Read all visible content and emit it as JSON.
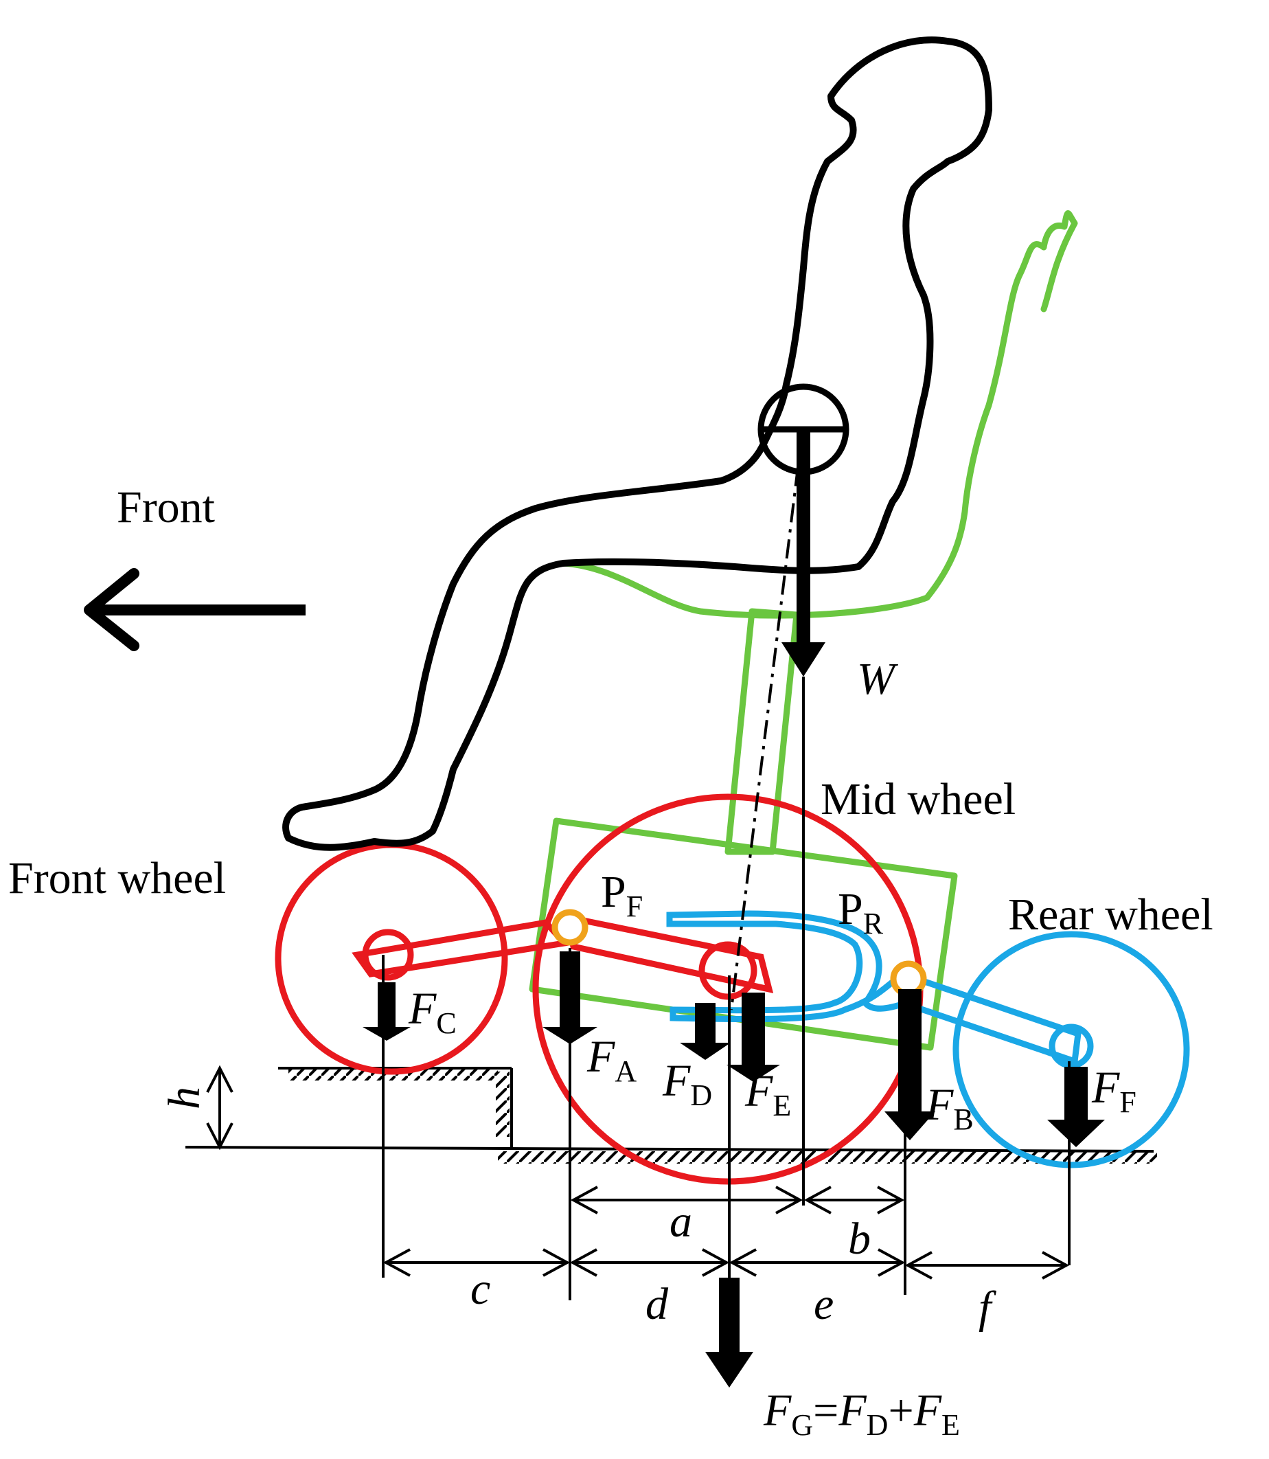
{
  "colors": {
    "outline": "#000000",
    "front_linkage": "#e8191e",
    "rear_linkage": "#1aa7e6",
    "seat_frame": "#6ac640",
    "pivot": "#f0a21b"
  },
  "labels": {
    "front": "Front",
    "mid_wheel": "Mid wheel",
    "front_wheel": "Front wheel",
    "rear_wheel": "Rear wheel",
    "weight": "W",
    "pivot_front": {
      "main": "P",
      "sub": "F"
    },
    "pivot_rear": {
      "main": "P",
      "sub": "R"
    }
  },
  "forces": {
    "fc": {
      "main": "F",
      "sub": "C"
    },
    "fa": {
      "main": "F",
      "sub": "A"
    },
    "fd": {
      "main": "F",
      "sub": "D"
    },
    "fe": {
      "main": "F",
      "sub": "E"
    },
    "fb": {
      "main": "F",
      "sub": "B"
    },
    "ff": {
      "main": "F",
      "sub": "F"
    },
    "fg": {
      "main": "F",
      "sub": "G",
      "eq": "=",
      "t1": "F",
      "s1": "D",
      "plus": "+",
      "t2": "F",
      "s2": "E"
    }
  },
  "dimensions": {
    "h": "h",
    "a": "a",
    "b": "b",
    "c": "c",
    "d": "d",
    "e": "e",
    "f": "f"
  },
  "icons": [
    "front-arrow-icon",
    "center-of-gravity-icon",
    "pivot-icon",
    "hatch-ground-icon"
  ]
}
